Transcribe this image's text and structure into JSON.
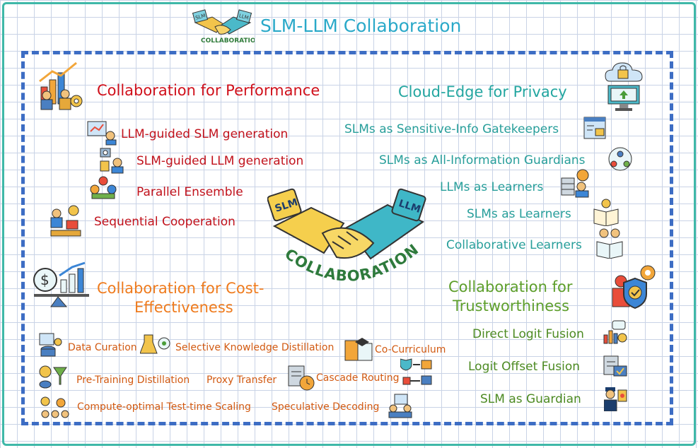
{
  "header": {
    "title": "SLM-LLM Collaboration",
    "logo_text": "COLLABORATION",
    "logo_tag_left": "SLM",
    "logo_tag_right": "LLM"
  },
  "center_logo": {
    "tag_left": "SLM",
    "tag_right": "LLM",
    "arc_text": "COLLABORATION"
  },
  "performance": {
    "heading": "Collaboration for Performance",
    "items": [
      "LLM-guided SLM generation",
      "SLM-guided LLM generation",
      "Parallel Ensemble",
      "Sequential Cooperation"
    ]
  },
  "privacy": {
    "heading": "Cloud-Edge for Privacy",
    "items": [
      "SLMs as Sensitive-Info Gatekeepers",
      "SLMs as All-Information Guardians",
      "LLMs as Learners",
      "SLMs as Learners",
      "Collaborative Learners"
    ]
  },
  "cost": {
    "heading_line1": "Collaboration for Cost-",
    "heading_line2": "Effectiveness",
    "currency_symbol": "$",
    "items": [
      "Data Curation",
      "Selective Knowledge Distillation",
      "Co-Curriculum",
      "Pre-Training Distillation",
      "Proxy Transfer",
      "Cascade Routing",
      "Compute-optimal Test-time Scaling",
      "Speculative Decoding"
    ]
  },
  "trust": {
    "heading_line1": "Collaboration for",
    "heading_line2": "Trustworthiness",
    "items": [
      "Direct Logit Fusion",
      "Logit Offset Fusion",
      "SLM as Guardian"
    ]
  },
  "colors": {
    "title": "#2aa9c9",
    "performance": "#d0101b",
    "privacy": "#23a6a0",
    "cost": "#ef7b1d",
    "trust": "#5d9e2b",
    "frame": "#3fb8a8",
    "dash": "#3d6dc4"
  },
  "icons": [
    "handshake-logo-icon",
    "growth-chart-team-icon",
    "cloud-lock-monitor-icon",
    "money-scale-icon",
    "shield-team-icon",
    "handshake-center-icon"
  ]
}
